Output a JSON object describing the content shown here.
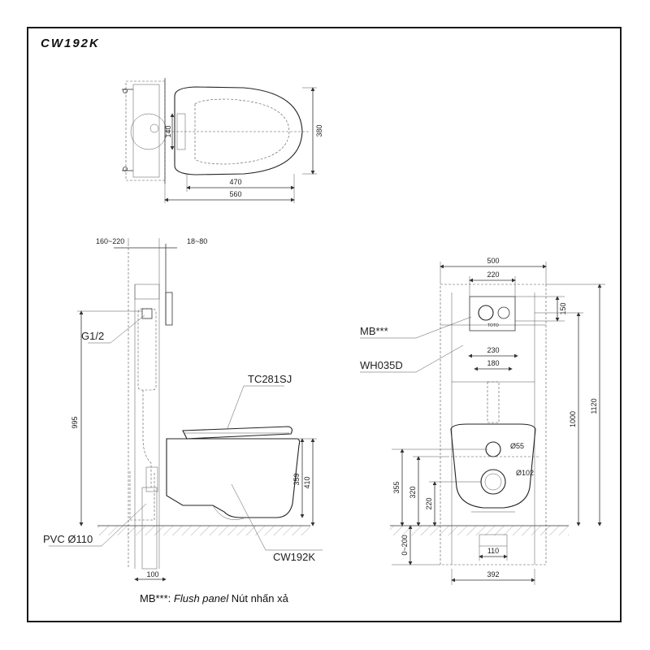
{
  "title": "CW192K",
  "top_view": {
    "dims": {
      "height_380": "380",
      "offset_140": "140",
      "width_470": "470",
      "width_560": "560"
    }
  },
  "side_view": {
    "dims": {
      "range_160_220": "160~220",
      "range_18_80": "18~80",
      "height_995": "995",
      "height_410": "410",
      "height_359": "359",
      "width_100": "100"
    },
    "labels": {
      "g12": "G1/2",
      "seat": "TC281SJ",
      "pvc": "PVC Ø110",
      "bowl": "CW192K"
    }
  },
  "front_view": {
    "dims": {
      "width_500": "500",
      "width_220": "220",
      "height_150": "150",
      "width_230": "230",
      "width_180": "180",
      "dia_55": "Ø55",
      "dia_102": "Ø102",
      "height_1000": "1000",
      "height_1120": "1120",
      "height_355": "355",
      "height_320": "320",
      "height_220": "220",
      "range_0_200": "0~200",
      "width_110": "110",
      "width_392": "392"
    },
    "labels": {
      "mb": "MB***",
      "frame": "WH035D",
      "brand": "TOTO"
    }
  },
  "note": {
    "prefix": "MB***: ",
    "italic": "Flush panel",
    "suffix": " Nút nhấn xả"
  }
}
